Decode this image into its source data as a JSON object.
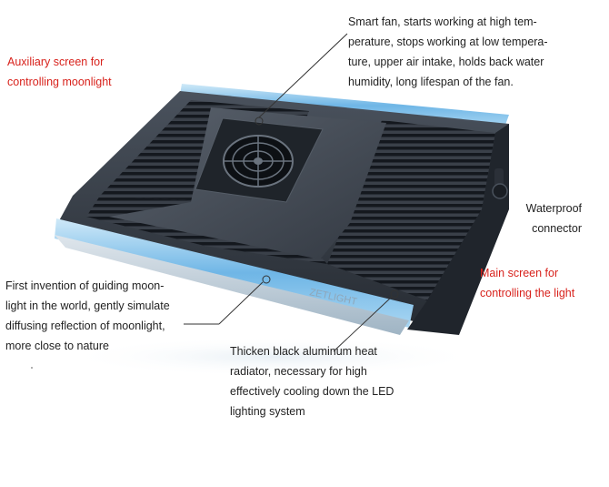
{
  "colors": {
    "red_label": "#d8221c",
    "text": "#222222",
    "housing": "#2f353e",
    "fin": "#161a20",
    "blue_edge": "#6fb6e6",
    "callout_line": "#333333"
  },
  "annotations": {
    "auxiliary_screen": "Auxiliary screen for\ncontrolling moonlight",
    "smart_fan": "Smart fan, starts working at high tem-\nperature, stops working at low tempera-\nture, upper air intake, holds back water\nhumidity, long lifespan of the fan.",
    "waterproof_connector": "Waterproof\nconnector",
    "main_screen": "Main screen for\ncontrolling the light",
    "moonlight_guide": "First invention of guiding moon-\nlight in the world, gently simulate\ndiffusing reflection of moonlight,\nmore close to nature",
    "radiator": "Thicken black aluminum heat\nradiator, necessary for high\neffectively cooling down the LED\nlighting system"
  },
  "product": {
    "brand_text": "ZETLIGHT"
  }
}
